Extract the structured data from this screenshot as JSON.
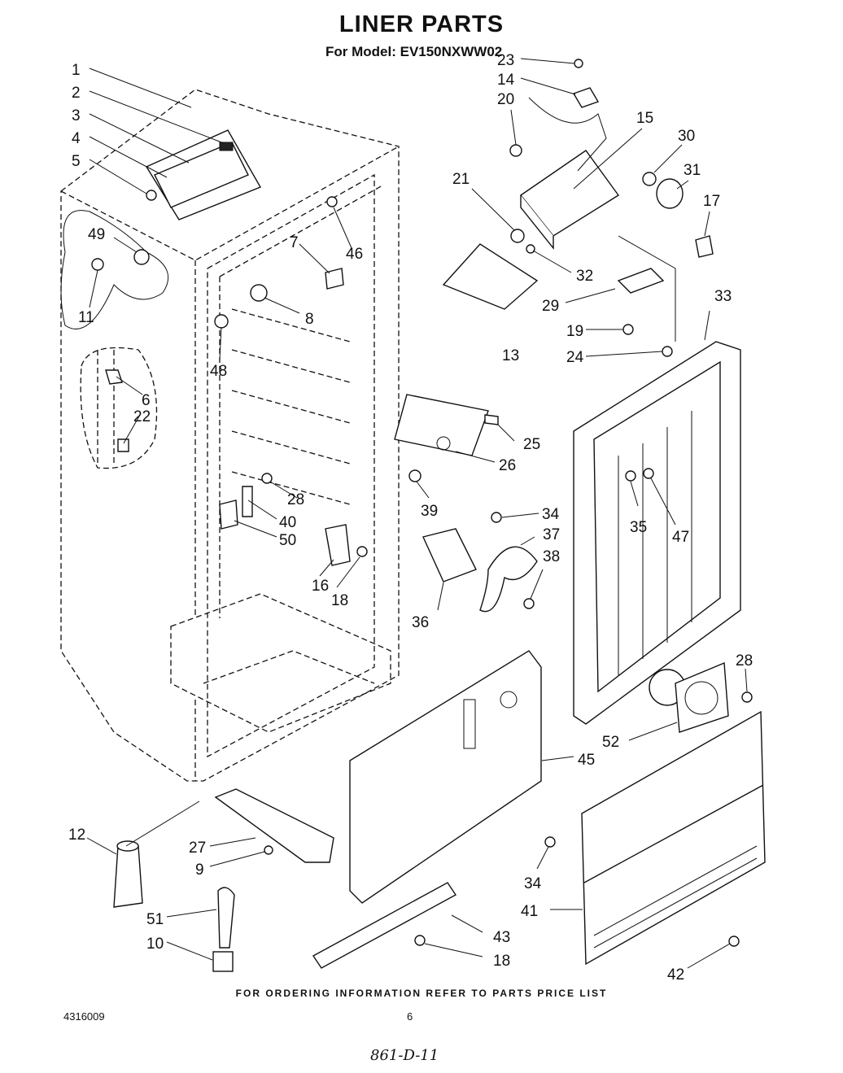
{
  "header": {
    "title": "LINER PARTS",
    "model_line": "For Model: EV150NXWW02"
  },
  "callouts": {
    "c1": "1",
    "c2": "2",
    "c3": "3",
    "c4": "4",
    "c5": "5",
    "c6": "6",
    "c7": "7",
    "c8": "8",
    "c9": "9",
    "c10": "10",
    "c11": "11",
    "c12": "12",
    "c13": "13",
    "c14": "14",
    "c15": "15",
    "c16": "16",
    "c17": "17",
    "c18a": "18",
    "c18b": "18",
    "c19": "19",
    "c20": "20",
    "c21": "21",
    "c22": "22",
    "c23": "23",
    "c24": "24",
    "c25": "25",
    "c26": "26",
    "c27": "27",
    "c28a": "28",
    "c28b": "28",
    "c29": "29",
    "c30": "30",
    "c31": "31",
    "c32": "32",
    "c33": "33",
    "c34a": "34",
    "c34b": "34",
    "c35": "35",
    "c36": "36",
    "c37": "37",
    "c38": "38",
    "c39": "39",
    "c40": "40",
    "c41": "41",
    "c42": "42",
    "c43": "43",
    "c45": "45",
    "c46": "46",
    "c47": "47",
    "c48": "48",
    "c49": "49",
    "c50": "50",
    "c51": "51",
    "c52": "52"
  },
  "footer": {
    "ordering_note": "FOR ORDERING INFORMATION REFER TO PARTS PRICE LIST",
    "document_number": "4316009",
    "page_number": "6",
    "handwritten_code": "861-D-11"
  }
}
